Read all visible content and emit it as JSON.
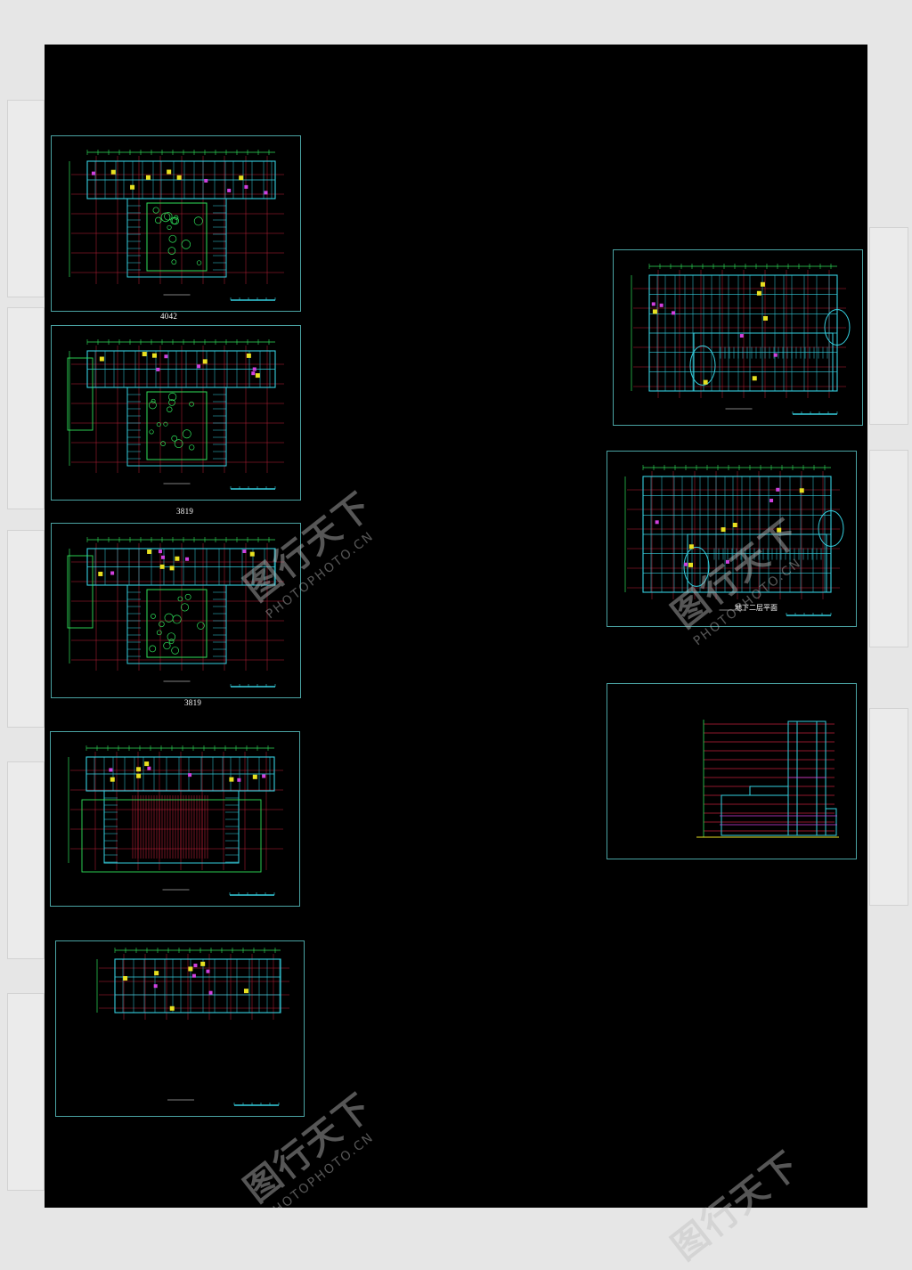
{
  "sheets": {
    "floor1_caption": "4042",
    "floor2_caption": "3819",
    "floor3_caption": "3819",
    "basement2_title": "地下二层平面"
  },
  "watermark": {
    "brand_cn": "图行天下",
    "brand_en": "PHOTOPHOTO.CN"
  },
  "colors": {
    "background": "#000000",
    "frame": "#4aa3a3",
    "grid_red": "#c0203a",
    "walls_cyan": "#35d0e0",
    "walls_green": "#2fe05a",
    "highlight_yellow": "#e8e020",
    "accent_magenta": "#d040e0"
  }
}
